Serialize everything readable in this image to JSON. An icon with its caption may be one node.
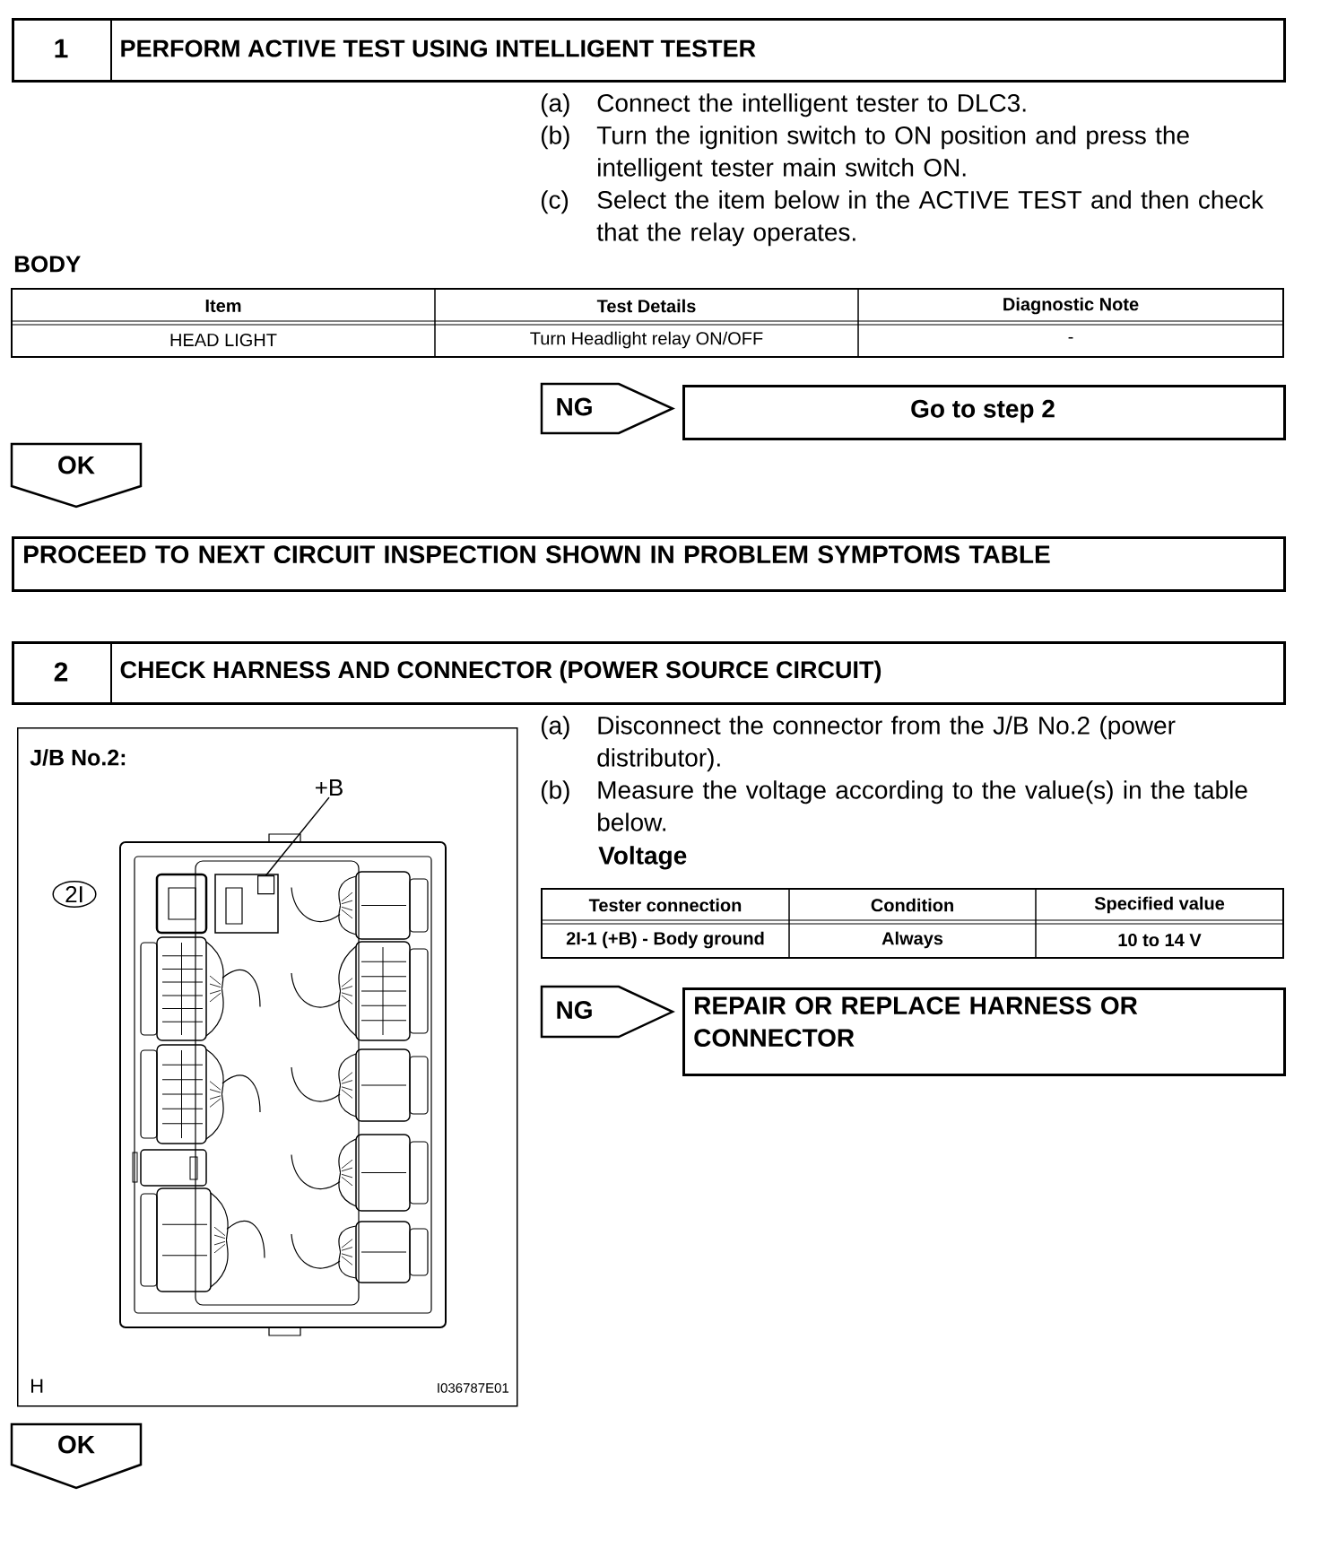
{
  "diagram": {
    "nodes": [
      {
        "text": [
          "1",
          "PERFORM ACTIVE TEST USING INTELLIGENT TESTER"
        ]
      },
      {
        "text": [
          "NG"
        ]
      },
      {
        "text": [
          "Go to step 2"
        ]
      },
      {
        "text": [
          "OK"
        ]
      },
      {
        "text": [
          "PROCEED TO NEXT CIRCUIT INSPECTION SHOWN IN PROBLEM SYMPTOMS TABLE"
        ]
      },
      {
        "text": [
          "2",
          "CHECK HARNESS AND CONNECTOR (POWER SOURCE CIRCUIT)"
        ]
      },
      {
        "text": [
          "J/B No.2:",
          "H",
          "I036787E01"
        ]
      },
      {
        "text": [
          "+B"
        ],
        "in": 6
      },
      {
        "text": [],
        "shape": "box",
        "in": 6
      },
      {
        "text": [
          "2I"
        ],
        "in": 6
      },
      {
        "text": [
          "NG"
        ]
      },
      {
        "text": [
          "REPAIR OR REPLACE HARNESS OR CONNECTOR"
        ]
      },
      {
        "text": [
          "OK"
        ]
      }
    ],
    "edges": [
      {
        "from": 7,
        "to": 8,
        "arrow": "none"
      }
    ],
    "labels": [
      "(a)",
      "Connect the intelligent tester to DLC3.",
      "(b)",
      "Turn the ignition switch to ON position and press the intelligent tester main switch ON.",
      "(c)",
      "Select the item below in the ACTIVE TEST and then check that the relay operates.",
      "BODY",
      "Item",
      "Test Details",
      "Diagnostic Note",
      "HEAD LIGHT",
      "Turn Headlight relay ON/OFF",
      "-",
      "(a)",
      "Disconnect the connector from the J/B No.2 (power distributor).",
      "(b)",
      "Measure the voltage according to the value(s) in the table below.",
      "Voltage",
      "Tester connection",
      "Condition",
      "Specified value",
      "2I-1 (+B) - Body ground",
      "Always",
      "10 to 14 V"
    ]
  }
}
